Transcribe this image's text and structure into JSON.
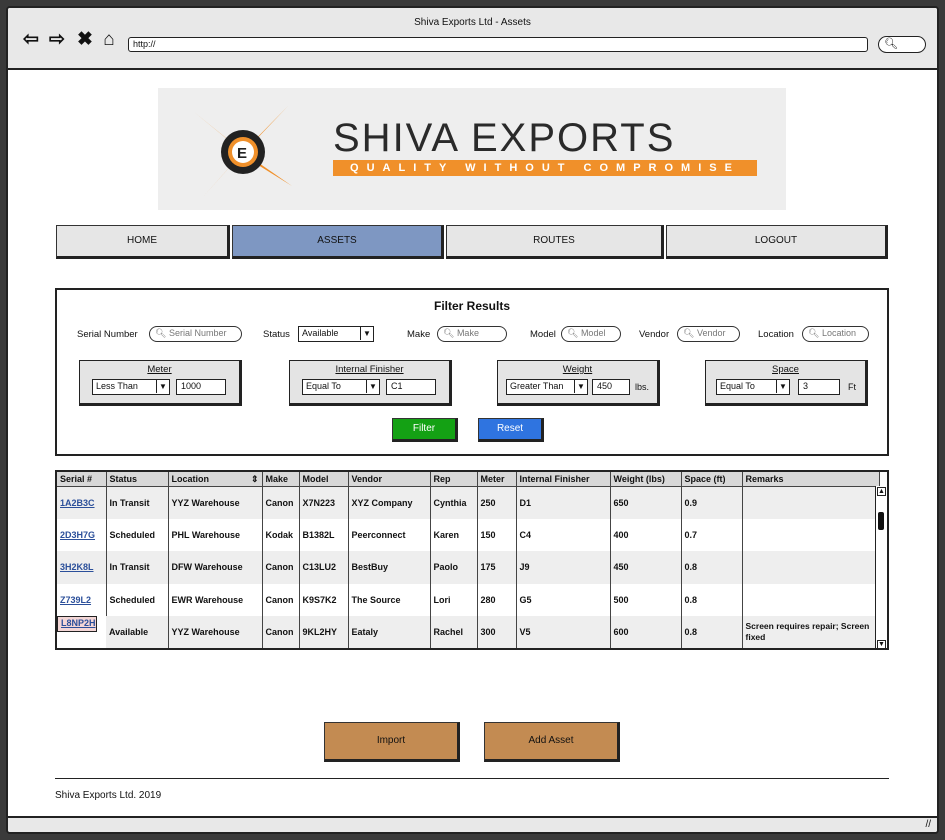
{
  "window": {
    "title": "Shiva Exports Ltd - Assets",
    "url": "http://"
  },
  "brand": {
    "name": "SHIVA EXPORTS",
    "tagline": "QUALITY WITHOUT COMPROMISE",
    "accent": "#f0902a"
  },
  "nav": {
    "items": [
      {
        "label": "HOME"
      },
      {
        "label": "ASSETS"
      },
      {
        "label": "ROUTES"
      },
      {
        "label": "LOGOUT"
      }
    ],
    "active": "ASSETS",
    "active_color": "#7e97c2"
  },
  "filter": {
    "title": "Filter Results",
    "serial_label": "Serial Number",
    "serial_placeholder": "Serial Number",
    "status_label": "Status",
    "status_value": "Available",
    "make_label": "Make",
    "make_placeholder": "Make",
    "model_label": "Model",
    "model_placeholder": "Model",
    "vendor_label": "Vendor",
    "vendor_placeholder": "Vendor",
    "location_label": "Location",
    "location_placeholder": "Location",
    "meter": {
      "title": "Meter",
      "op": "Less Than",
      "value": "1000"
    },
    "finisher": {
      "title": "Internal Finisher",
      "op": "Equal To",
      "value": "C1"
    },
    "weight": {
      "title": "Weight",
      "op": "Greater Than",
      "value": "450",
      "unit": "lbs."
    },
    "space": {
      "title": "Space",
      "op": "Equal To",
      "value": "3",
      "unit": "Ft"
    },
    "filter_button": "Filter",
    "reset_button": "Reset",
    "filter_color": "#14a114",
    "reset_color": "#2f74e0"
  },
  "table": {
    "columns": [
      "Serial #",
      "Status",
      "Location",
      "Make",
      "Model",
      "Vendor",
      "Rep",
      "Meter",
      "Internal Finisher",
      "Weight (lbs)",
      "Space (ft)",
      "Remarks"
    ],
    "rows": [
      [
        "1A2B3C",
        "In Transit",
        "YYZ Warehouse",
        "Canon",
        "X7N223",
        "XYZ Company",
        "Cynthia",
        "250",
        "D1",
        "650",
        "0.9",
        ""
      ],
      [
        "2D3H7G",
        "Scheduled",
        "PHL Warehouse",
        "Kodak",
        "B1382L",
        "Peerconnect",
        "Karen",
        "150",
        "C4",
        "400",
        "0.7",
        ""
      ],
      [
        "3H2K8L",
        "In Transit",
        "DFW Warehouse",
        "Canon",
        "C13LU2",
        "BestBuy",
        "Paolo",
        "175",
        "J9",
        "450",
        "0.8",
        ""
      ],
      [
        "Z739L2",
        "Scheduled",
        "EWR Warehouse",
        "Canon",
        "K9S7K2",
        "The Source",
        "Lori",
        "280",
        "G5",
        "500",
        "0.8",
        ""
      ],
      [
        "L8NP2H",
        "Available",
        "YYZ Warehouse",
        "Canon",
        "9KL2HY",
        "Eataly",
        "Rachel",
        "300",
        "V5",
        "600",
        "0.8",
        "Screen requires repair; Screen fixed"
      ]
    ]
  },
  "actions": {
    "import": "Import",
    "add_asset": "Add Asset",
    "color": "#c38b52"
  },
  "footer": {
    "text": "Shiva Exports Ltd. 2019"
  }
}
